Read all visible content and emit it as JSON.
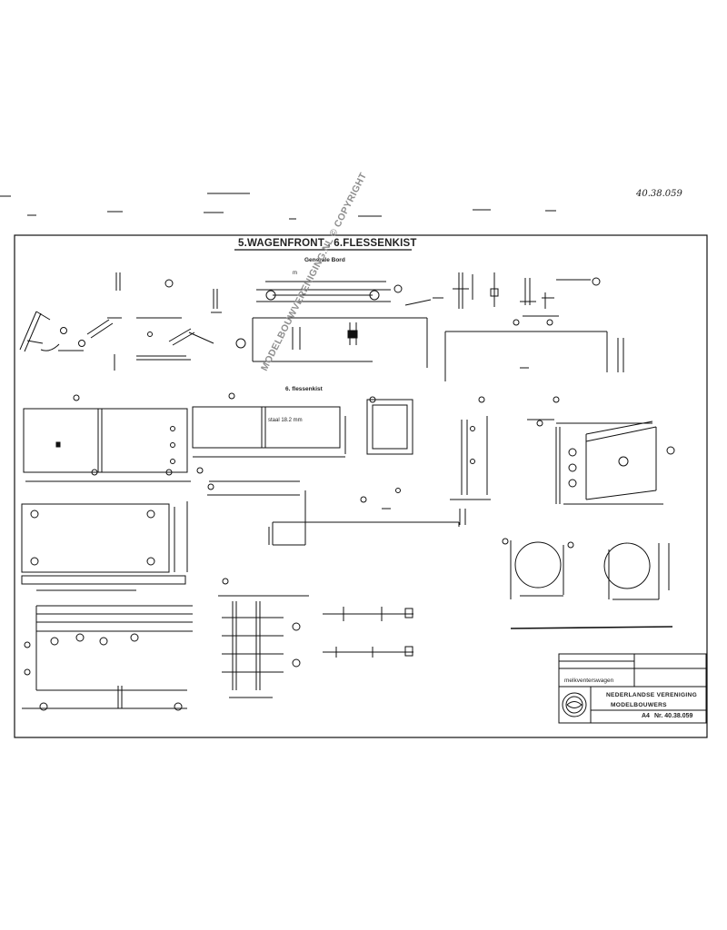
{
  "drawing": {
    "handwritten_number": "40.38.059",
    "title": "5.WAGENFRONT , 6.FLESSENKIST",
    "section_labels": {
      "generale_bord": "Generale Bord",
      "flessenkist": "6. flessenkist"
    },
    "dimension_labels": {
      "bord_width": "m",
      "flessenkist_bottom": "staal 18.2 mm"
    },
    "watermark": "MODELBOUWVERENIGING.NL © COPYRIGHT"
  },
  "title_block": {
    "project_name": "melkventerswagen",
    "organization_line1": "NEDERLANDSE VERENIGING",
    "organization_line2": "MODELBOUWERS",
    "sheet_format": "A4",
    "drawing_number": "Nr. 40.38.059"
  },
  "colors": {
    "ink": "#111111",
    "paper": "#ffffff",
    "watermark": "#8f8f8f"
  }
}
